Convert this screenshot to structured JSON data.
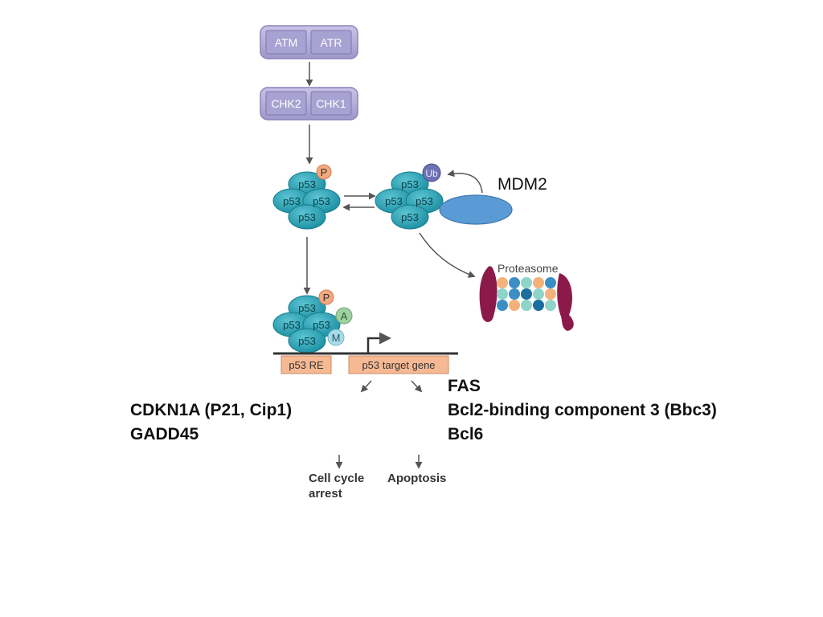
{
  "upstream_kinases": {
    "row1": [
      "ATM",
      "ATR"
    ],
    "row2": [
      "CHK2",
      "CHK1"
    ]
  },
  "p53_complex": {
    "unit_label": "p53",
    "phospho_label": "P",
    "ubiquitin_label": "Ub",
    "acetyl_label": "A",
    "methyl_label": "M"
  },
  "mdm2": {
    "label": "MDM2"
  },
  "proteasome": {
    "label": "Proteasome"
  },
  "dna": {
    "response_element": "p53 RE",
    "target_gene": "p53 target gene"
  },
  "outcomes": {
    "cell_cycle_arrest": [
      "Cell cycle",
      "arrest"
    ],
    "apoptosis": "Apoptosis"
  },
  "gene_lists": {
    "cell_cycle_genes": [
      "CDKN1A (P21, Cip1)",
      "GADD45"
    ],
    "apoptosis_genes": [
      "FAS",
      "Bcl2-binding component 3 (Bbc3)",
      "Bcl6"
    ]
  },
  "colors": {
    "kinase_fill": "#b3aed6",
    "kinase_border": "#8a84b8",
    "p53_fill": "#2aa3b6",
    "p53_border": "#167c8c",
    "phospho_fill": "#f4a97e",
    "ubiquitin_fill": "#6d72b4",
    "acetyl_fill": "#9fd0a2",
    "methyl_fill": "#a9dbe8",
    "mdm2_fill": "#5b9bd5",
    "proteasome_cap": "#8b1a4a",
    "dna_box": "#f6b994",
    "arrow": "#555555"
  }
}
